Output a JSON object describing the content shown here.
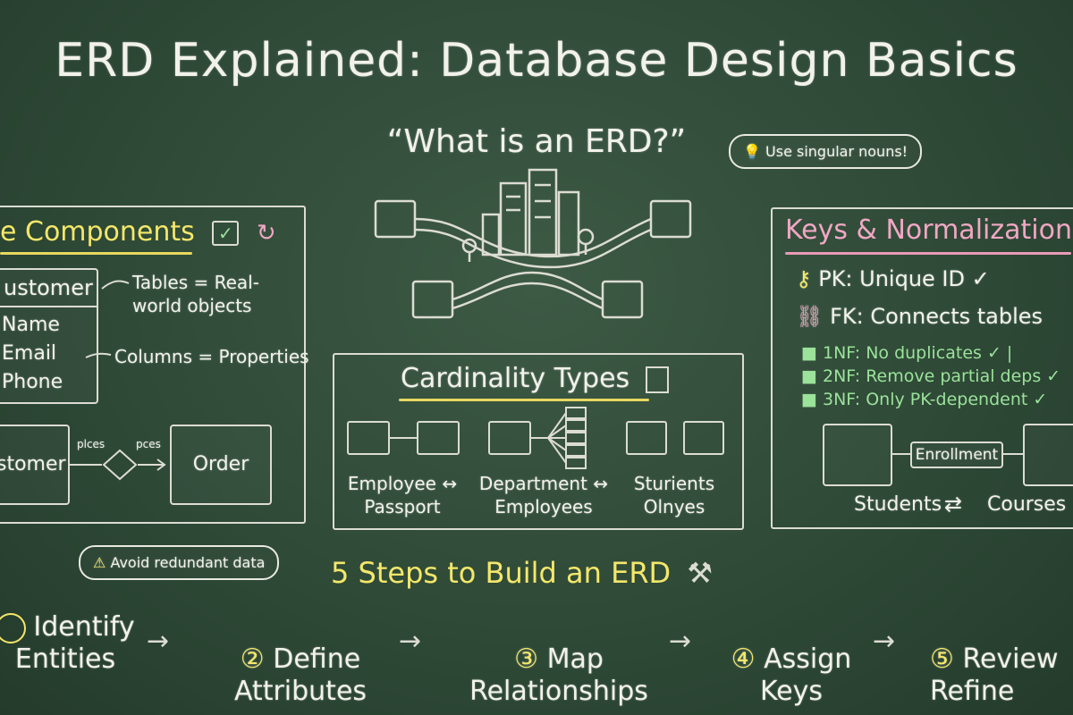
{
  "title": "ERD Explained: Database Design Basics",
  "subtitle": "“What is an ERD?”",
  "tip_bubble": "Use singular nouns!",
  "components": {
    "heading": "e Components",
    "table_name": "ustomer",
    "columns": [
      "Name",
      "Email",
      "Phone"
    ],
    "note_tables": "Tables = Real-\nworld objects",
    "note_columns": "Columns = Properties",
    "rel_left": "stomer",
    "rel_verb_left": "plces",
    "rel_verb_right": "pces",
    "rel_right": "Order"
  },
  "warning_bubble": "Avoid redundant data",
  "cardinality": {
    "heading": "Cardinality Types",
    "items": [
      {
        "line1": "Employee ↔",
        "line2": "Passport"
      },
      {
        "line1": "Department ↔",
        "line2": "Employees"
      },
      {
        "line1": "Sturients",
        "line2": "Olnyes"
      }
    ]
  },
  "keys": {
    "heading": "Keys & Normalization",
    "pk": "PK: Unique ID ✓",
    "fk": "FK: Connects tables",
    "nf": [
      "1NF: No duplicates ✓ |",
      "2NF: Remove partial deps ✓",
      "3NF: Only PK-dependent ✓"
    ],
    "junction": "Enrollment",
    "left": "Students",
    "right": "Courses",
    "arrows": "⇄"
  },
  "steps": {
    "heading": "5 Steps to Build an ERD",
    "items": [
      {
        "num": "",
        "label": "Identify\nEntities"
      },
      {
        "num": "②",
        "label": "Define\nAttributes"
      },
      {
        "num": "③",
        "label": "Map\nRelationships"
      },
      {
        "num": "④",
        "label": "Assign\nKeys"
      },
      {
        "num": "⑤",
        "label": "Review\nRefine"
      }
    ]
  },
  "colors": {
    "board": "#2f4a37",
    "chalk": "#f2f2ea",
    "yellow": "#f4e76a",
    "pink": "#f0a7c4",
    "green": "#9be29b"
  }
}
